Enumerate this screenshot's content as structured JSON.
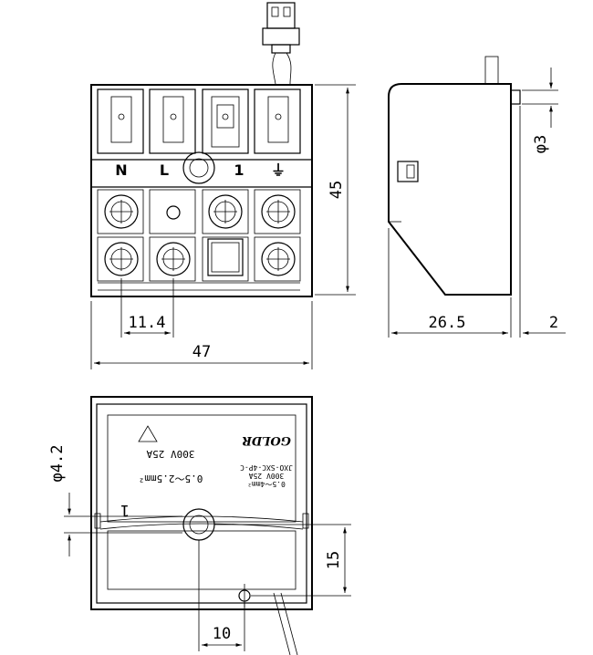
{
  "front_view": {
    "terminal_labels": [
      "N",
      "L",
      "1",
      "⏚"
    ],
    "dim_pitch": "11.4",
    "dim_width": "47",
    "dim_height": "45"
  },
  "side_view": {
    "dim_pin_dia": "φ3",
    "dim_depth": "26.5",
    "dim_pin_length": "2"
  },
  "bottom_view": {
    "dim_hole_dia": "φ4.2",
    "dim_hole_height": "15",
    "dim_hole_offset": "10",
    "marking": {
      "position_number": "1",
      "wire_range": "0.5～2.5mm²",
      "rating": "300V 25A",
      "brand": "GOLDR",
      "model": "JXO-SXC-4P-C",
      "rating_small": "300V 25A",
      "wire_small": "0.5～4mm²"
    }
  }
}
